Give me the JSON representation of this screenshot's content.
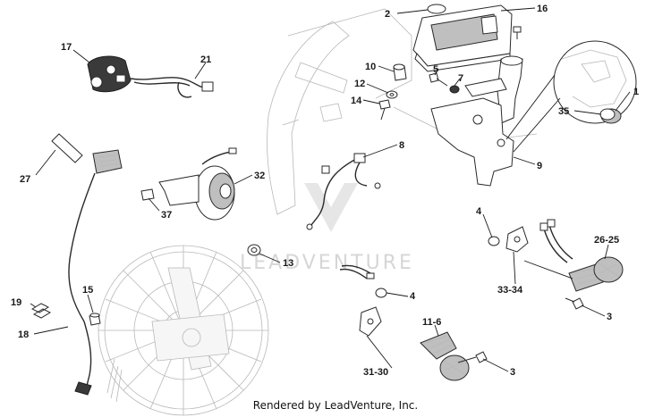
{
  "watermark": "LEADVENTURE",
  "credit": "Rendered by LeadVenture, Inc.",
  "callouts": {
    "c1": "1",
    "c2": "2",
    "c3a": "3",
    "c3b": "3",
    "c4a": "4",
    "c4b": "4",
    "c5": "5",
    "c7": "7",
    "c8": "8",
    "c9": "9",
    "c10": "10",
    "c11_6": "11-6",
    "c12": "12",
    "c13": "13",
    "c14": "14",
    "c15": "15",
    "c16": "16",
    "c17": "17",
    "c18": "18",
    "c19": "19",
    "c21": "21",
    "c26_25": "26-25",
    "c27": "27",
    "c31_30": "31-30",
    "c32": "32",
    "c33_34": "33-34",
    "c35": "35",
    "c37": "37"
  }
}
